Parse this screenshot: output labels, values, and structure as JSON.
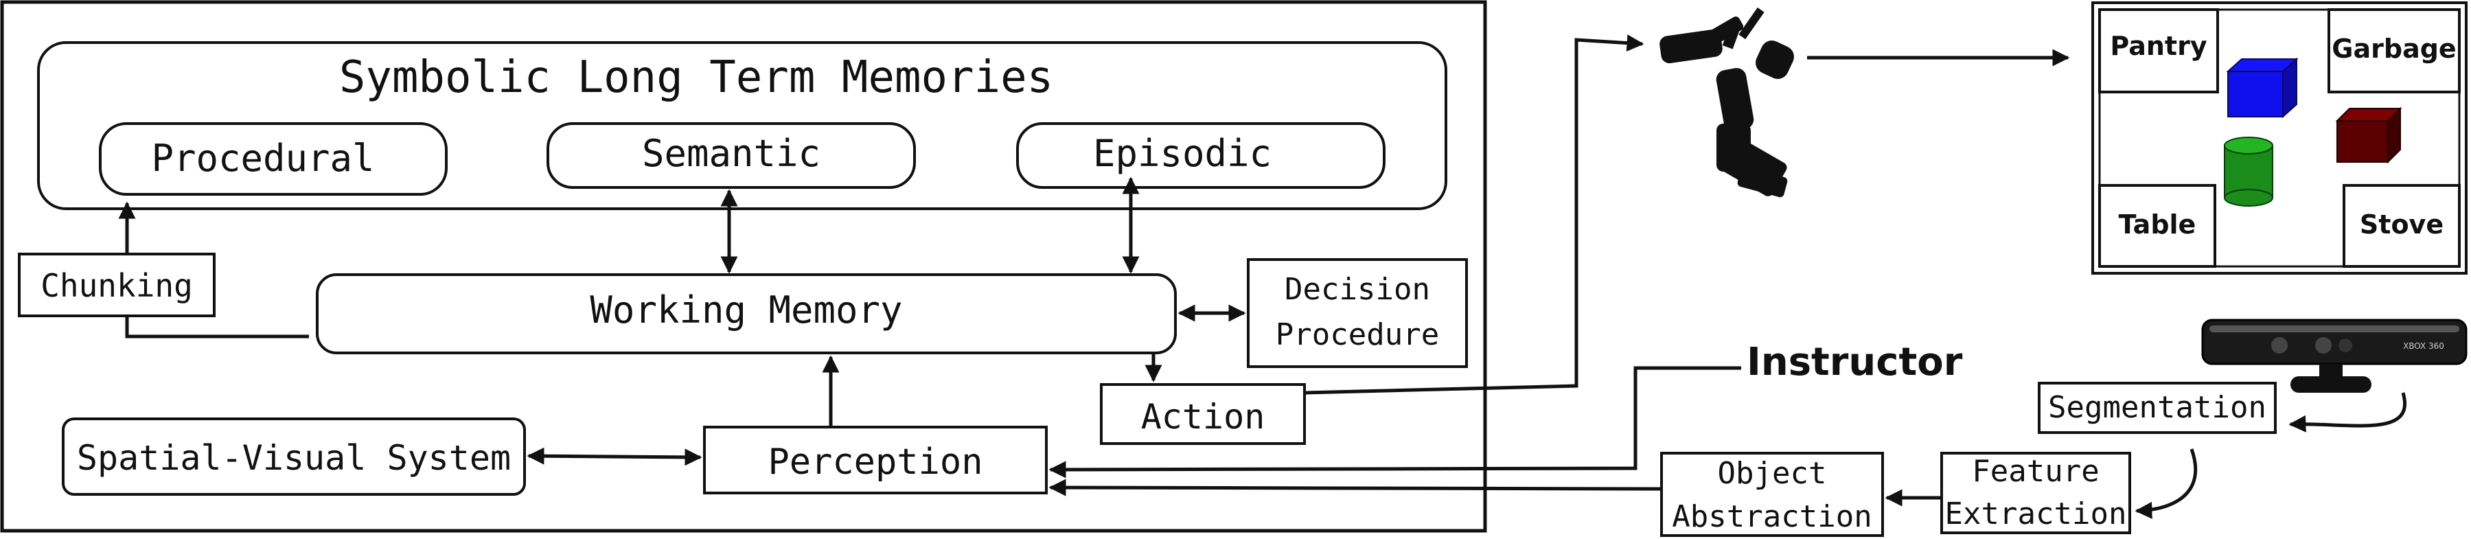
{
  "diagram": {
    "memory_title": "Symbolic Long Term Memories",
    "procedural": "Procedural",
    "semantic": "Semantic",
    "episodic": "Episodic",
    "chunking": "Chunking",
    "working_memory": "Working Memory",
    "decision_line1": "Decision",
    "decision_line2": "Procedure",
    "action": "Action",
    "spatial_visual": "Spatial-Visual System",
    "perception": "Perception",
    "instructor": "Instructor",
    "segmentation": "Segmentation",
    "feature_line1": "Feature",
    "feature_line2": "Extraction",
    "object_line1": "Object",
    "object_line2": "Abstraction",
    "kinect_label": "XBOX 360",
    "scene": {
      "pantry": "Pantry",
      "garbage": "Garbage",
      "table": "Table",
      "stove": "Stove"
    }
  },
  "colors": {
    "blue_cube": "#1010ee",
    "red_cube": "#5a0000",
    "green_cylinder": "#1a8c1a"
  }
}
